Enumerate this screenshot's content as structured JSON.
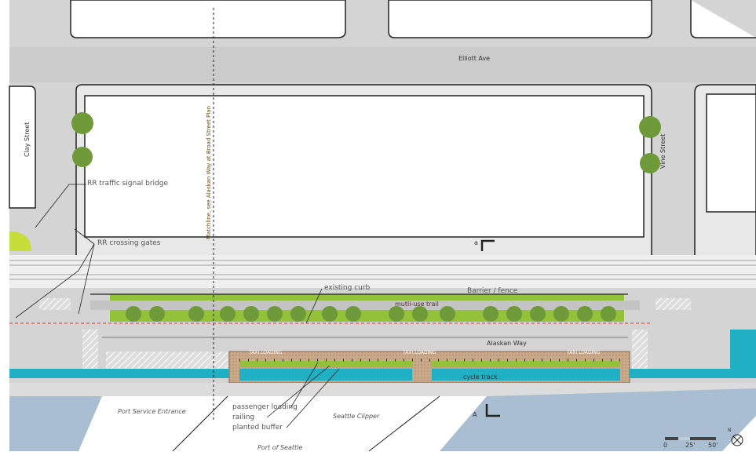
{
  "streets": {
    "elliott": "Elliott Ave",
    "alaskan": "Alaskan Way",
    "clay": "Clay Street",
    "vine": "Vine Street"
  },
  "matchline": "Matchline, see Alaskan Way at Broad Street Plan",
  "callouts": {
    "signal_bridge": "RR traffic signal bridge",
    "crossing_gates": "RR crossing gates",
    "existing_curb": "existing curb",
    "barrier": "Barrier / fence",
    "trail": "mutli-use trail",
    "cycle_track": "cycle track",
    "passenger_loading": "passenger loading",
    "railing": "railing",
    "planted_buffer": "planted buffer"
  },
  "taxi_loading": [
    "TAXI LOADING",
    "TAXI LOADING",
    "TAXI LOADING"
  ],
  "places": {
    "port_service": "Port Service Entrance",
    "clipper": "Seattle Clipper",
    "port": "Port of Seattle"
  },
  "section_marks": [
    "a",
    "A"
  ],
  "scale": {
    "zero": "0",
    "mid": "25'",
    "end": "50'"
  },
  "north": "N",
  "colors": {
    "cycle": "#1fb0c4",
    "green": "#93c23a",
    "tree": "#6f9a3a",
    "tan": "#c9a98a",
    "water": "#a9bfd1"
  }
}
